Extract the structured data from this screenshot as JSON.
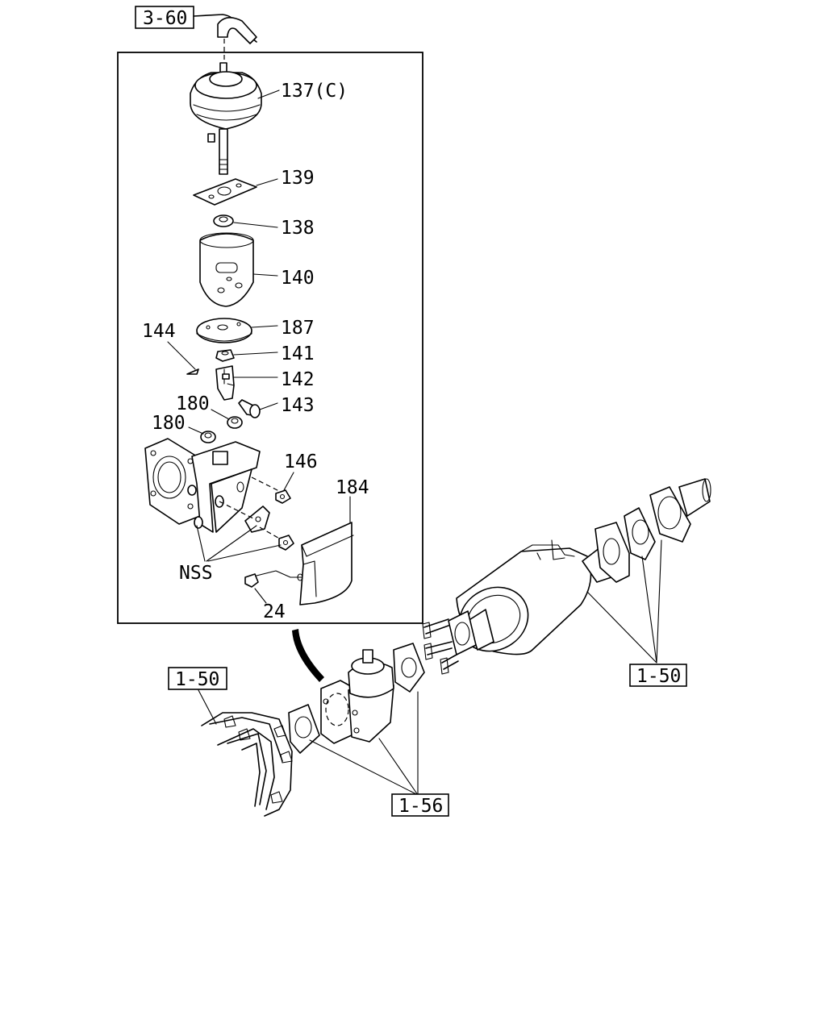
{
  "labels": {
    "p137": "137(C)",
    "p139": "139",
    "p138": "138",
    "p140": "140",
    "p187": "187",
    "p144": "144",
    "p141": "141",
    "p142": "142",
    "p143": "143",
    "p180a": "180",
    "p180b": "180",
    "p146": "146",
    "p184": "184",
    "nss": "NSS",
    "p24": "24"
  },
  "refs": {
    "top": "3-60",
    "left": "1-50",
    "right": "1-50",
    "bottom": "1-56"
  }
}
